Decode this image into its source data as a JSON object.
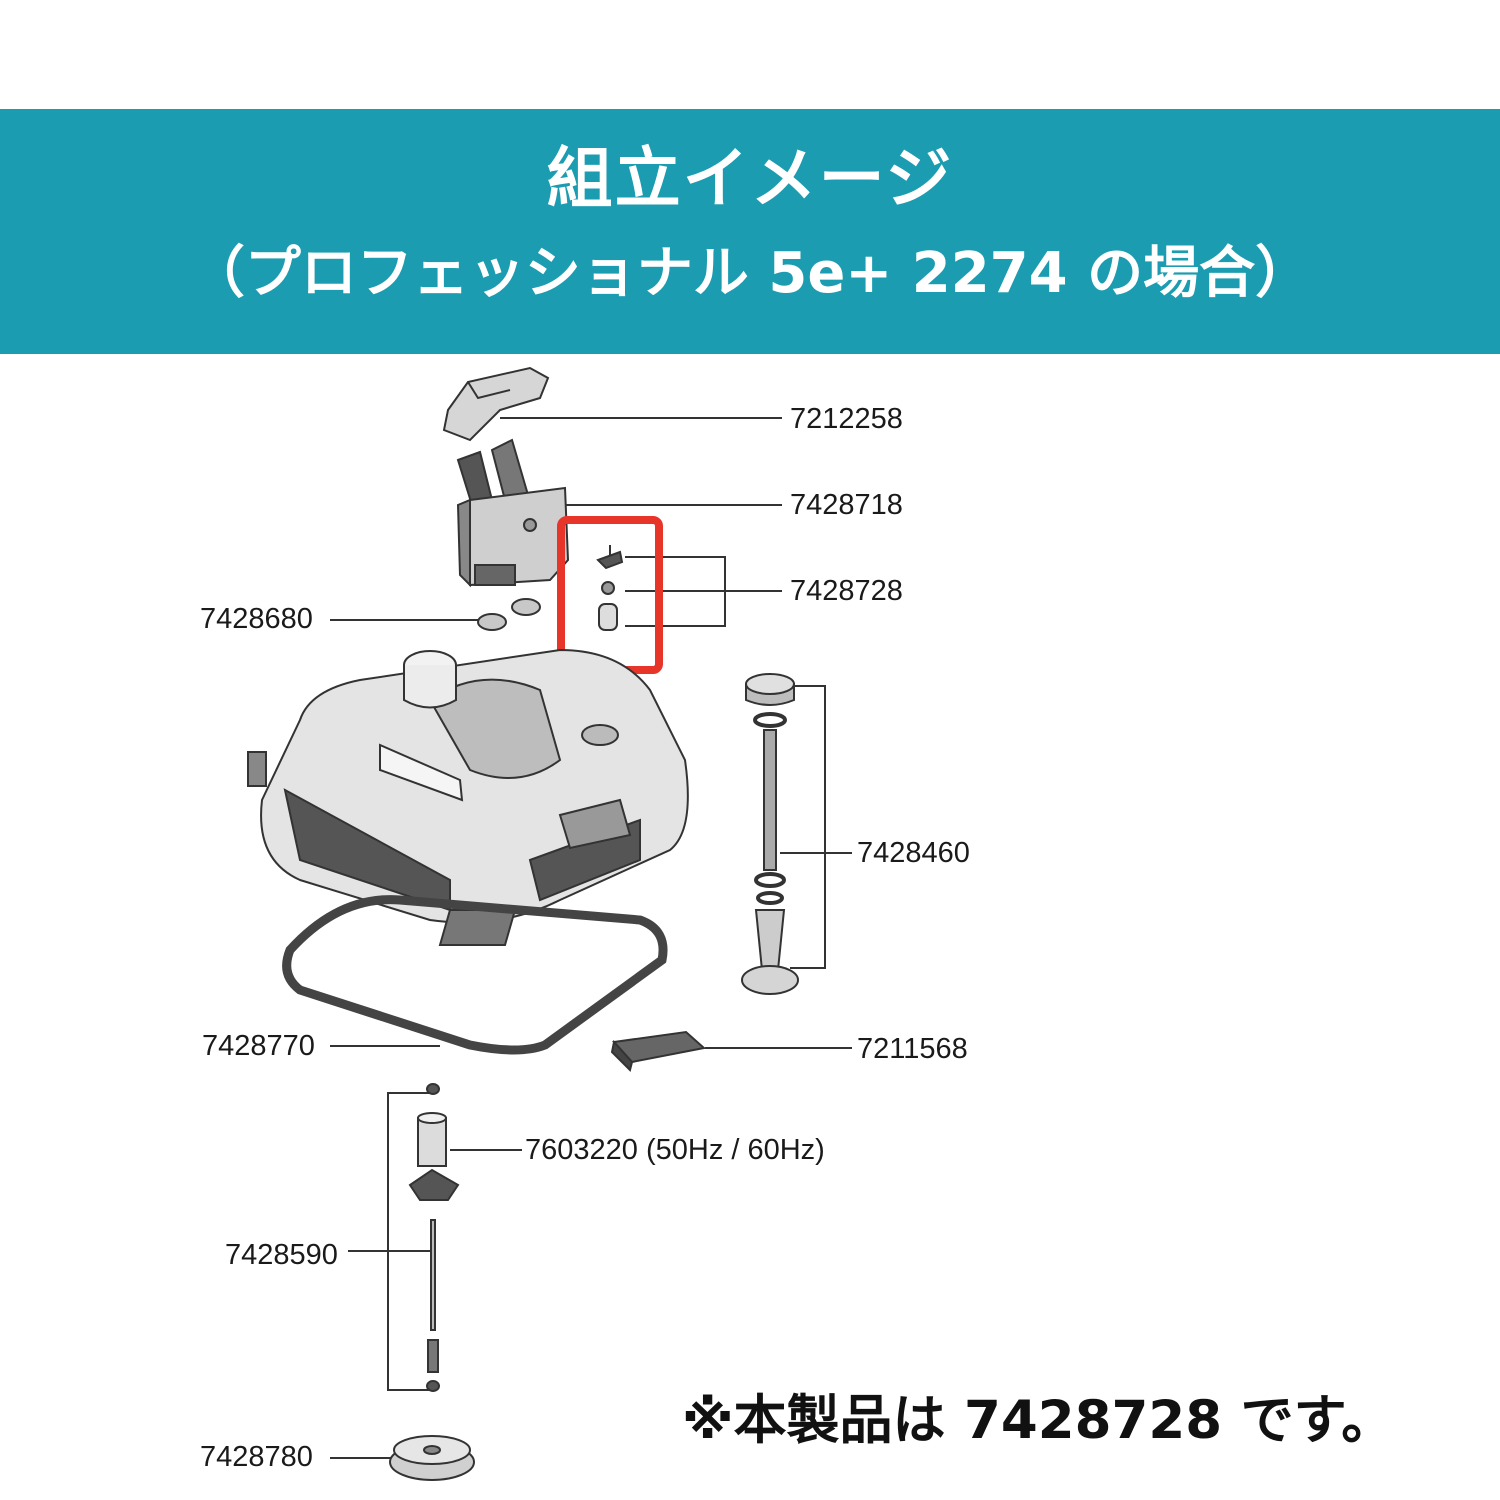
{
  "header": {
    "title_line1": "組立イメージ",
    "title_line2": "（プロフェッショナル 5e+ 2274 の場合）",
    "background_color": "#1b9cb0"
  },
  "parts": {
    "p7212258": "7212258",
    "p7428718": "7428718",
    "p7428728": "7428728",
    "p7428680": "7428680",
    "p7428460": "7428460",
    "p7428770": "7428770",
    "p7211568": "7211568",
    "p7603220": "7603220 (50Hz / 60Hz)",
    "p7428590": "7428590",
    "p7428780": "7428780"
  },
  "highlight": {
    "part": "7428728",
    "color": "#e8352a"
  },
  "note": "※本製品は 7428728 です。"
}
